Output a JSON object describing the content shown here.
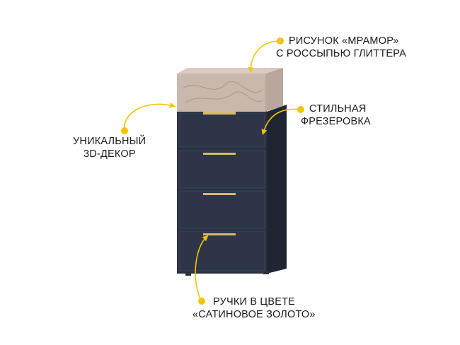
{
  "colors": {
    "accent": "#f5c400",
    "body": "#2a3142",
    "top": "#cbb8ad",
    "handle": "#d9b96a"
  },
  "callouts": [
    {
      "lines": [
        "РИСУНОК «МРАМОР»",
        "С РОССЫПЬЮ ГЛИТТЕРА"
      ]
    },
    {
      "lines": [
        "СТИЛЬНАЯ",
        "ФРЕЗЕРОВКА"
      ]
    },
    {
      "lines": [
        "УНИКАЛЬНЫЙ",
        "3D-ДЕКОР"
      ]
    },
    {
      "lines": [
        "РУЧКИ В ЦВЕТЕ",
        "«САТИНОВОЕ ЗОЛОТО»"
      ]
    }
  ]
}
